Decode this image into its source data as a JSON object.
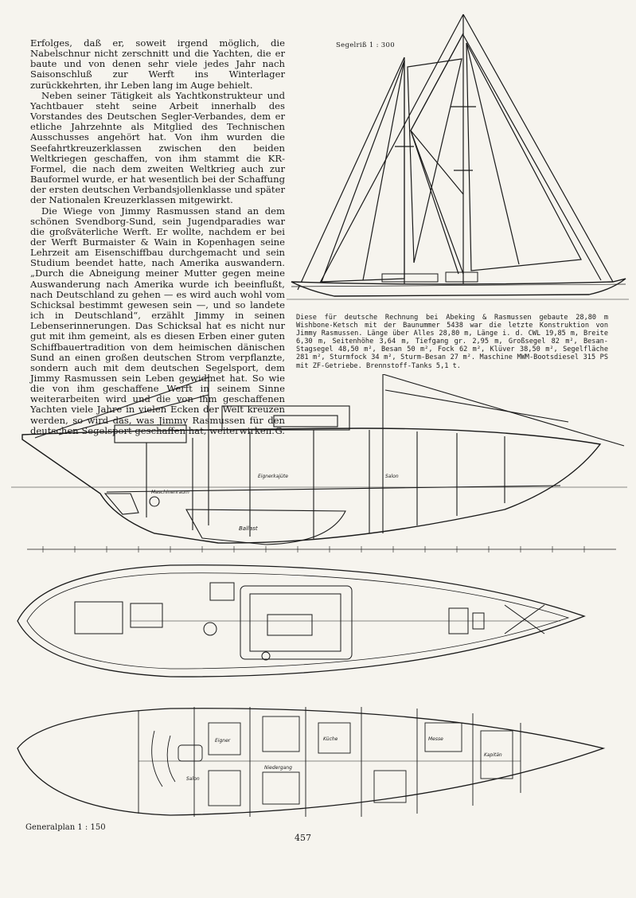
{
  "body_text": {
    "p1": "Erfolges, daß er, soweit irgend möglich, die Nabelschnur nicht zerschnitt und die Yachten, die er baute und von denen sehr viele jedes Jahr nach Saisonschluß zur Werft ins Winterlager zurückkehrten, ihr Leben lang im Auge behielt.",
    "p2": "Neben seiner Tätigkeit als Yachtkonstrukteur und Yachtbauer steht seine Arbeit innerhalb des Vorstandes des Deutschen Segler-Verbandes, dem er etliche Jahrzehnte als Mitglied des Technischen Ausschusses angehört hat. Von ihm wurden die Seefahrtkreuzerklassen zwischen den beiden Weltkriegen geschaffen, von ihm stammt die KR-Formel, die nach dem zweiten Weltkrieg auch zur Bauformel wurde, er hat wesentlich bei der Schaffung der ersten deutschen Verbandsjollenklasse und später der Nationalen Kreuzerklassen mitgewirkt.",
    "p3": "Die Wiege von Jimmy Rasmussen stand an dem schönen Svendborg-Sund, sein Jugendparadies war die großväterliche Werft. Er wollte, nachdem er bei der Werft Burmaister & Wain in Kopenhagen seine Lehrzeit am Eisenschiffbau durchgemacht und sein Studium beendet hatte, nach Amerika auswandern. „Durch die Abneigung meiner Mutter gegen meine Auswanderung nach Amerika wurde ich beeinflußt, nach Deutschland zu gehen — es wird auch wohl vom Schicksal bestimmt gewesen sein —, und so landete ich in Deutschland“, erzählt Jimmy in seinen Lebenserinnerungen. Das Schicksal hat es nicht nur gut mit ihm gemeint, als es diesen Erben einer guten Schiffbauertradition von dem heimischen dänischen Sund an einen großen deutschen Strom verpflanzte, sondern auch mit dem deutschen Segelsport, dem Jimmy Rasmussen sein Leben gewidmet hat. So wie die von ihm geschaffene Werft in seinem Sinne weiterarbeiten wird und die von ihm geschaffenen Yachten viele Jahre in vielen Ecken der Welt kreuzen werden, so wird das, was Jimmy Rasmussen für den deutschen Segelsport geschaffen hat, weiterwirken.",
    "signature": "G."
  },
  "sail_plan": {
    "label": "Segelriß 1 : 300",
    "caption": "Diese für deutsche Rechnung bei Abeking & Rasmussen gebaute 28,80 m Wishbone-Ketsch mit der Baunummer 5438 war die letzte Konstruktion von Jimmy Rasmussen. Länge über Alles 28,80 m, Länge i. d. CWL 19,85 m, Breite 6,30 m, Seitenhöhe 3,64 m, Tiefgang gr. 2,95 m, Großsegel 82 m², Besan-Stagsegel 48,50 m², Besan 50 m², Fock 62 m², Klüver 38,50 m², Segelfläche 281 m², Sturmfock 34 m², Sturm-Besan 27 m². Maschine MWM-Bootsdiesel 315 PS mit ZF-Getriebe. Brennstoff-Tanks 5,1 t."
  },
  "general_plan": {
    "label": "Generalplan 1 : 150",
    "profile_labels": [
      "Ballast",
      "Maschinenraum",
      "Eignerkajüte",
      "Salon"
    ],
    "plan_labels": [
      "Eigner",
      "Salon",
      "Niedergang",
      "Küche",
      "Messe",
      "Kapitän"
    ]
  },
  "page_number": "457"
}
